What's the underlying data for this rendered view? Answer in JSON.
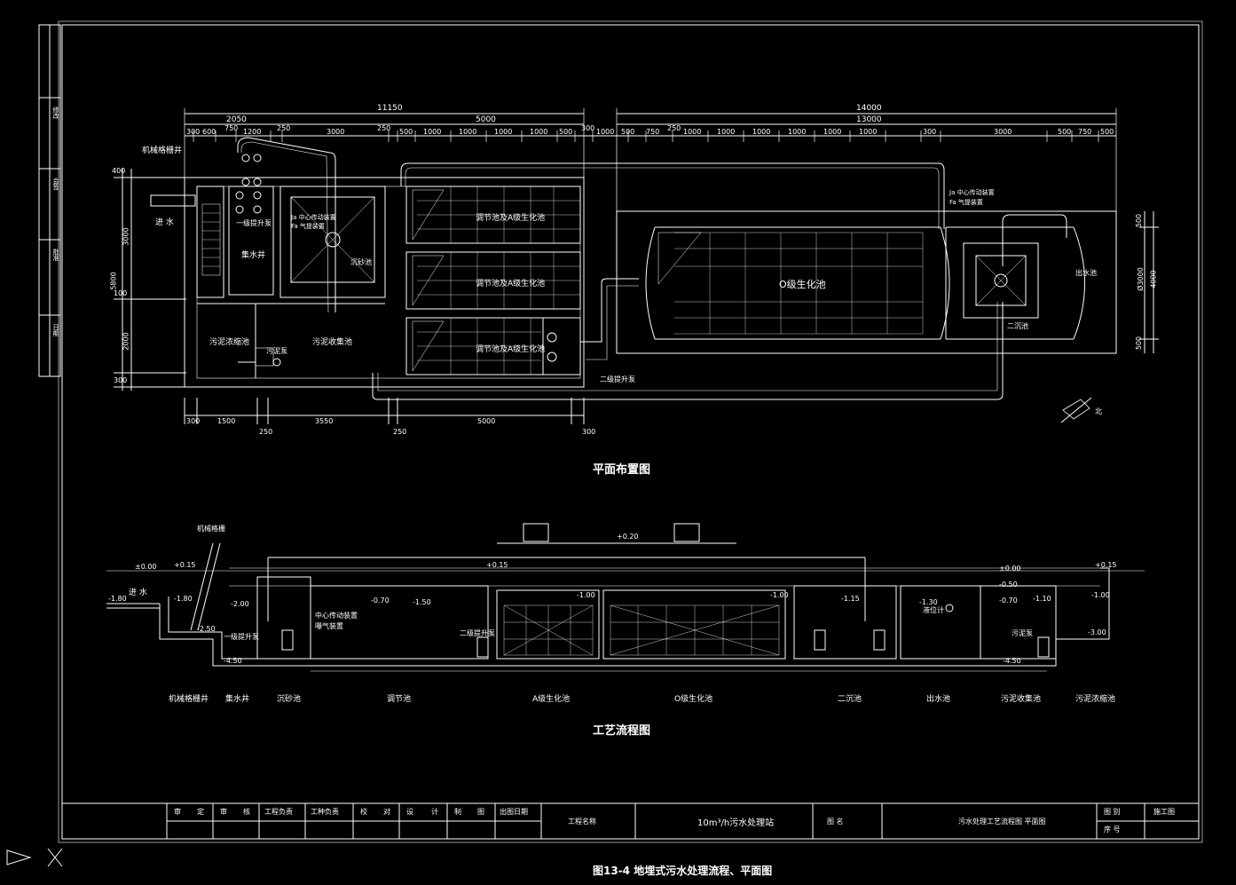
{
  "plan": {
    "title": "平面布置图",
    "dims_top_outer": [
      "11150",
      "14000"
    ],
    "dims_top_mid": [
      "2050",
      "5000",
      "13000"
    ],
    "dims_top_inner": [
      "300",
      "600",
      "750",
      "1200",
      "250",
      "3000",
      "250",
      "500",
      "1000",
      "1000",
      "1000",
      "1000",
      "500",
      "300",
      "1000",
      "500",
      "750",
      "250",
      "1000",
      "1000",
      "1000",
      "1000",
      "1000",
      "1000",
      "300",
      "3000",
      "500",
      "750",
      "500"
    ],
    "dims_bottom": [
      "300",
      "1500",
      "250",
      "3550",
      "250",
      "5000",
      "300"
    ],
    "dims_left": [
      "400",
      "3000",
      "5800",
      "2000",
      "300",
      "100"
    ],
    "dims_right": [
      "500",
      "Ø3000",
      "4000",
      "500"
    ],
    "labels": {
      "screen": "机械格栅井",
      "inlet": "进 水",
      "collect": "集水井",
      "regulate_a": "调节池及A级生化池",
      "regulate_b": "调节池及A级生化池",
      "regulate_c": "调节池及A级生化池",
      "sludge_thick": "污泥浓缩池",
      "sludge_collect": "污泥收集池",
      "sludge_pump": "污泥泵",
      "pump_lift": "一级提升泵",
      "decompose": "沉砂池",
      "secondary_pump": "二级提升泵",
      "o_tank": "O级生化池",
      "clarifier": "二沉池",
      "outlet": "出水池",
      "mech_note_a": "Ja 中心传动装置",
      "mech_note_b": "Fa 气提装置"
    }
  },
  "process": {
    "title": "工艺流程图",
    "elevations": [
      "±0.00",
      "+0.15",
      "+0.20",
      "+0.15",
      "±0.00",
      "+0.15",
      "-1.80",
      "-1.80",
      "-2.00",
      "-2.50",
      "-4.50",
      "-0.70",
      "-1.50",
      "-1.00",
      "-1.00",
      "-1.15",
      "-0.50",
      "-0.70",
      "-1.10",
      "-1.30",
      "-1.00",
      "-3.00",
      "-4.50"
    ],
    "stations": [
      "机械格栅井",
      "集水井",
      "沉砂池",
      "调节池",
      "A级生化池",
      "O级生化池",
      "二沉池",
      "出水池",
      "污泥收集池",
      "污泥浓缩池"
    ],
    "labels": {
      "inlet": "进 水",
      "screen_machine": "机械格栅",
      "pump1": "一级提升泵",
      "pump2": "二级提升泵",
      "aerator": "曝气装置",
      "decant": "中心传动装置",
      "sludge_pump": "污泥泵",
      "float": "液位计"
    }
  },
  "title_block": {
    "roles": [
      "审",
      "定",
      "审",
      "核",
      "工程负责",
      "工种负责",
      "校",
      "对",
      "设",
      "计",
      "制",
      "图",
      "出图日期"
    ],
    "project_label": "工程名称",
    "project_value": "10m³/h污水处理站",
    "drawing_label": "图 名",
    "drawing_value": "污水处理工艺流程图 平面图",
    "sheet_label_1": "图 别",
    "sheet_value_1": "施工图",
    "sheet_label_2": "序 号"
  },
  "side_strip": [
    "修改",
    "会签",
    "批准",
    "日期"
  ],
  "caption": "图13-4  地埋式污水处理流程、平面图",
  "north_label": "北"
}
